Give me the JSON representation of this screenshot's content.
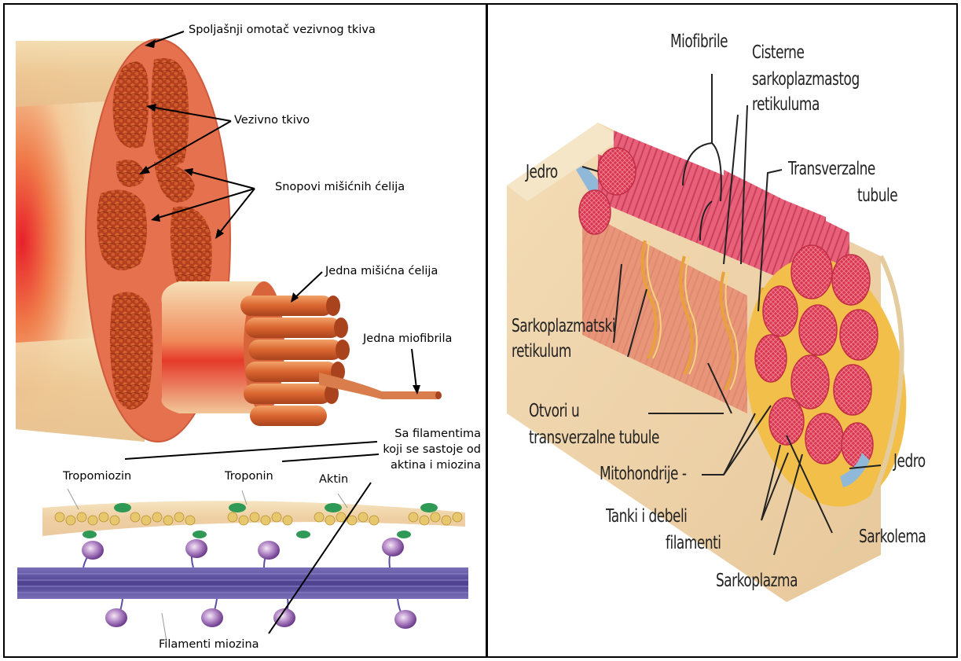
{
  "left_diagram": {
    "labels": {
      "outer_sheath": "Spoljašnji omotač vezivnog tkiva",
      "connective_tissue": "Vezivno tkivo",
      "bundles": "Snopovi mišićnih ćelija",
      "single_cell": "Jedna mišićna ćelija",
      "single_myofibril": "Jedna miofibrila",
      "filaments_line1": "Sa filamentima",
      "filaments_line2": "koji se sastoje od",
      "filaments_line3": "aktina i miozina",
      "tropomyosin": "Tropomiozin",
      "troponin": "Troponin",
      "actin": "Aktin",
      "myosin_filaments": "Filamenti miozina"
    }
  },
  "right_diagram": {
    "labels": {
      "myofibrils": "Miofibrile",
      "cisterns_line1": "Cisterne",
      "cisterns_line2": "sarkoplazmastog",
      "cisterns_line3": "retikuluma",
      "nucleus_top": "Jedro",
      "t_tubules_line1": "Transverzalne",
      "t_tubules_line2": "tubule",
      "sr_line1": "Sarkoplazmatski",
      "sr_line2": "retikulum",
      "openings_line1": "Otvori u",
      "openings_line2": "transverzalne tubule",
      "mitochondria": "Mitohondrije -",
      "filaments_line1": "Tanki i debeli",
      "filaments_line2": "filamenti",
      "nucleus_bottom": "Jedro",
      "sarcolemma": "Sarkolema",
      "sarcoplasm": "Sarkoplazma"
    }
  },
  "colors": {
    "muscle_red": "#d9452e",
    "fascia_tan": "#f1d7a8",
    "fibril_pink": "#e0556a",
    "sr_yellow": "#f2c04a",
    "nucleus_blue": "#8fb8d9",
    "myosin_purple": "#6a5ca8",
    "actin_gold": "#e2c58a",
    "troponin_green": "#2f9a55"
  }
}
